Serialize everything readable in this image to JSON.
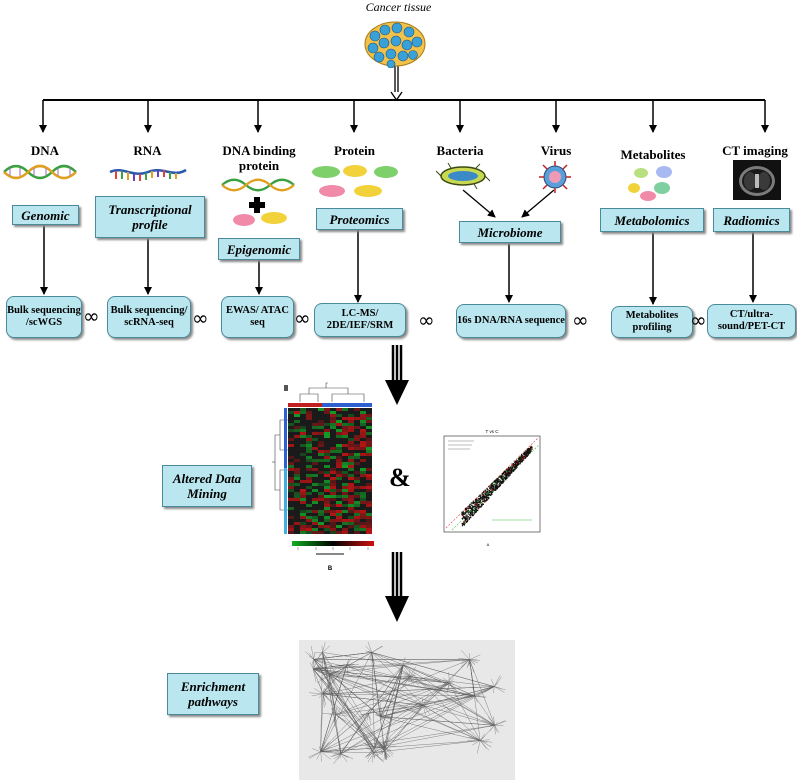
{
  "root": {
    "label": "Cancer tissue"
  },
  "categories": [
    {
      "id": "dna",
      "header": "DNA"
    },
    {
      "id": "rna",
      "header": "RNA"
    },
    {
      "id": "dbp",
      "header": "DNA binding protein"
    },
    {
      "id": "protein",
      "header": "Protein"
    },
    {
      "id": "bacteria",
      "header": "Bacteria"
    },
    {
      "id": "virus",
      "header": "Virus"
    },
    {
      "id": "metabolites",
      "header": "Metabolites"
    },
    {
      "id": "ct",
      "header": "CT imaging"
    }
  ],
  "omics": {
    "genomic": "Genomic",
    "transcriptional": "Transcriptional profile",
    "epigenomic": "Epigenomic",
    "proteomics": "Proteomics",
    "microbiome": "Microbiome",
    "metabolomics": "Metabolomics",
    "radiomics": "Radiomics"
  },
  "methods": {
    "bulk_wgs": "Bulk sequencing /scWGS",
    "bulk_rna": "Bulk sequencing/ scRNA-seq",
    "ewas": "EWAS/ ATAC seq",
    "lcms": "LC-MS/ 2DE/IEF/SRM",
    "dna16s": "16s DNA/RNA sequence",
    "metab_prof": "Metabolites profiling",
    "ct_methods": "CT/ultra- sound/PET-CT"
  },
  "connector_symbol": "∞",
  "mining": {
    "label": "Altered Data Mining",
    "ampersand": "&",
    "heatmap_caption": "B",
    "scatter_caption": "A",
    "scatter_title": "T vs C"
  },
  "enrichment": {
    "label": "Enrichment pathways"
  },
  "colors": {
    "box_fill": "#b9e6ef",
    "box_border": "#4a8a9a",
    "heat_red": "#d01010",
    "heat_green": "#10b020"
  }
}
